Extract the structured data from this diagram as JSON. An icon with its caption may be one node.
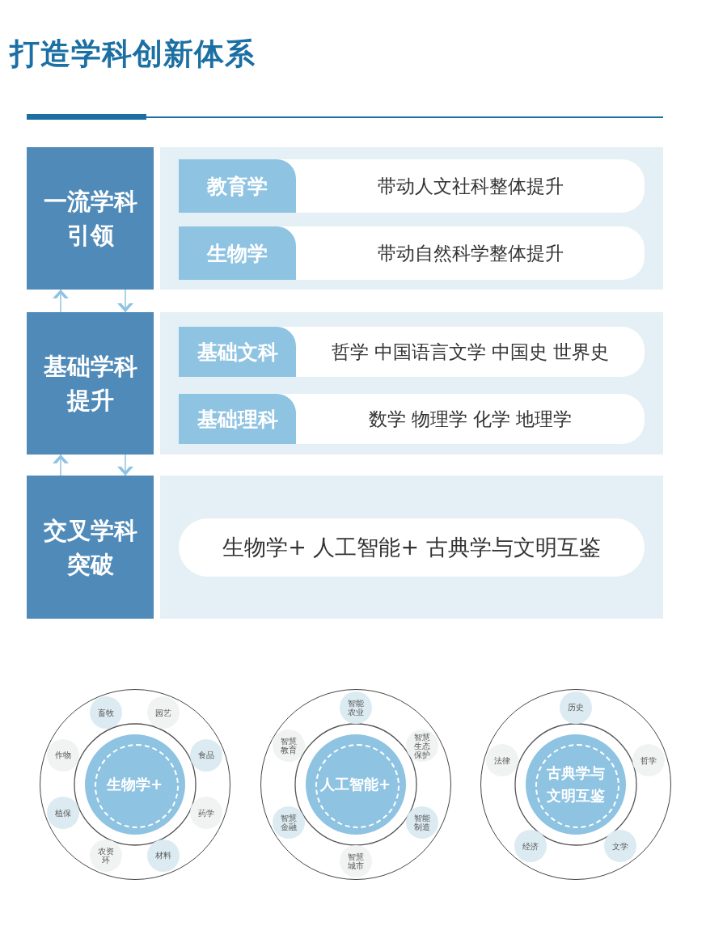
{
  "diagram": {
    "title": "打造学科创新体系",
    "nodes": [
      {
        "text": [
          "一流学科引领"
        ]
      },
      {
        "text": [],
        "shape": "box"
      },
      {
        "text": [
          "教育学",
          "带动人文社科整体提升"
        ],
        "in": 1
      },
      {
        "text": [
          "生物学",
          "带动自然科学整体提升"
        ],
        "in": 1
      },
      {
        "text": [
          "基础学科提升"
        ]
      },
      {
        "text": [],
        "shape": "box"
      },
      {
        "text": [
          "基础文科",
          "哲学 中国语言文学 中国史 世界史"
        ],
        "in": 5
      },
      {
        "text": [
          "基础理科",
          "数学 物理学 化学 地理学"
        ],
        "in": 5
      },
      {
        "text": [
          "交叉学科突破"
        ]
      },
      {
        "text": [],
        "shape": "box"
      },
      {
        "text": [
          "生物学+ 人工智能+ 古典学与文明互鉴"
        ],
        "in": 9
      },
      {
        "text": [],
        "shape": "circle"
      },
      {
        "text": [
          "生物学+"
        ],
        "in": 11
      },
      {
        "text": [
          "畜牧"
        ],
        "in": 11
      },
      {
        "text": [
          "园艺"
        ],
        "in": 11
      },
      {
        "text": [
          "食品"
        ],
        "in": 11
      },
      {
        "text": [
          "药学"
        ],
        "in": 11
      },
      {
        "text": [
          "材料"
        ],
        "in": 11
      },
      {
        "text": [
          "农资环"
        ],
        "in": 11
      },
      {
        "text": [
          "植保"
        ],
        "in": 11
      },
      {
        "text": [
          "作物"
        ],
        "in": 11
      },
      {
        "text": [],
        "shape": "circle"
      },
      {
        "text": [
          "人工智能+"
        ],
        "in": 21
      },
      {
        "text": [
          "智能农业"
        ],
        "in": 21
      },
      {
        "text": [
          "智慧生态保护"
        ],
        "in": 21
      },
      {
        "text": [
          "智能制造"
        ],
        "in": 21
      },
      {
        "text": [
          "智慧城市"
        ],
        "in": 21
      },
      {
        "text": [
          "智慧金融"
        ],
        "in": 21
      },
      {
        "text": [
          "智慧教育"
        ],
        "in": 21
      },
      {
        "text": [],
        "shape": "circle"
      },
      {
        "text": [
          "古典学与文明互鉴"
        ],
        "in": 29
      },
      {
        "text": [
          "历史"
        ],
        "in": 29
      },
      {
        "text": [
          "哲学"
        ],
        "in": 29
      },
      {
        "text": [
          "文学"
        ],
        "in": 29
      },
      {
        "text": [
          "经济"
        ],
        "in": 29
      },
      {
        "text": [
          "法律"
        ],
        "in": 29
      }
    ],
    "edges": [
      {
        "from": 4,
        "to": 0,
        "arrow": "to"
      },
      {
        "from": 0,
        "to": 4,
        "arrow": "to"
      },
      {
        "from": 8,
        "to": 4,
        "arrow": "to"
      },
      {
        "from": 4,
        "to": 8,
        "arrow": "to"
      }
    ]
  }
}
